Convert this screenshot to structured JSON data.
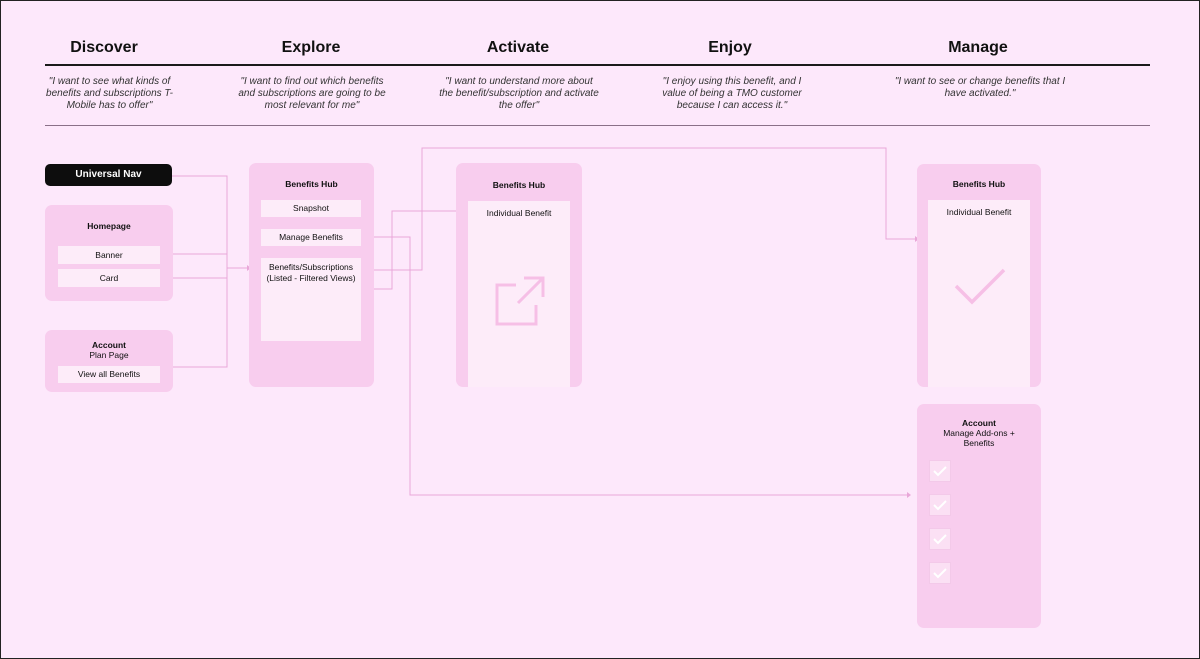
{
  "stages": [
    {
      "title": "Discover",
      "quote": "\"I want to see what kinds of benefits and subscriptions T-Mobile has to offer\""
    },
    {
      "title": "Explore",
      "quote": "\"I want to find out which benefits and subscriptions are going to be most relevant for me\""
    },
    {
      "title": "Activate",
      "quote": "\"I want to understand more about the benefit/subscription and activate the offer\""
    },
    {
      "title": "Enjoy",
      "quote": "\"I enjoy using this benefit, and I value of being a TMO customer because I can access it.\""
    },
    {
      "title": "Manage",
      "quote": "\"I want to see or change benefits that I have activated.\""
    }
  ],
  "discover": {
    "universal_nav": "Universal Nav",
    "homepage": {
      "title": "Homepage",
      "items": [
        "Banner",
        "Card"
      ]
    },
    "account": {
      "title": "Account",
      "subtitle": "Plan Page",
      "items": [
        "View all Benefits"
      ]
    }
  },
  "explore": {
    "hub": {
      "title": "Benefits Hub",
      "items": [
        "Snapshot",
        "Manage Benefits",
        "Benefits/Subscriptions\n(Listed - Filtered Views)"
      ]
    }
  },
  "activate": {
    "hub": {
      "title": "Benefits Hub",
      "screen_label": "Individual Benefit",
      "icon": "external-link-icon"
    }
  },
  "manage": {
    "hub": {
      "title": "Benefits Hub",
      "screen_label": "Individual Benefit",
      "icon": "checkmark-icon"
    },
    "account": {
      "title": "Account",
      "subtitle": "Manage Add-ons + Benefits",
      "check_count": 4
    }
  },
  "colors": {
    "background": "#fde8fb",
    "card": "#f8cdee",
    "connector": "#e9a7d9",
    "nav": "#0d0d0d"
  }
}
